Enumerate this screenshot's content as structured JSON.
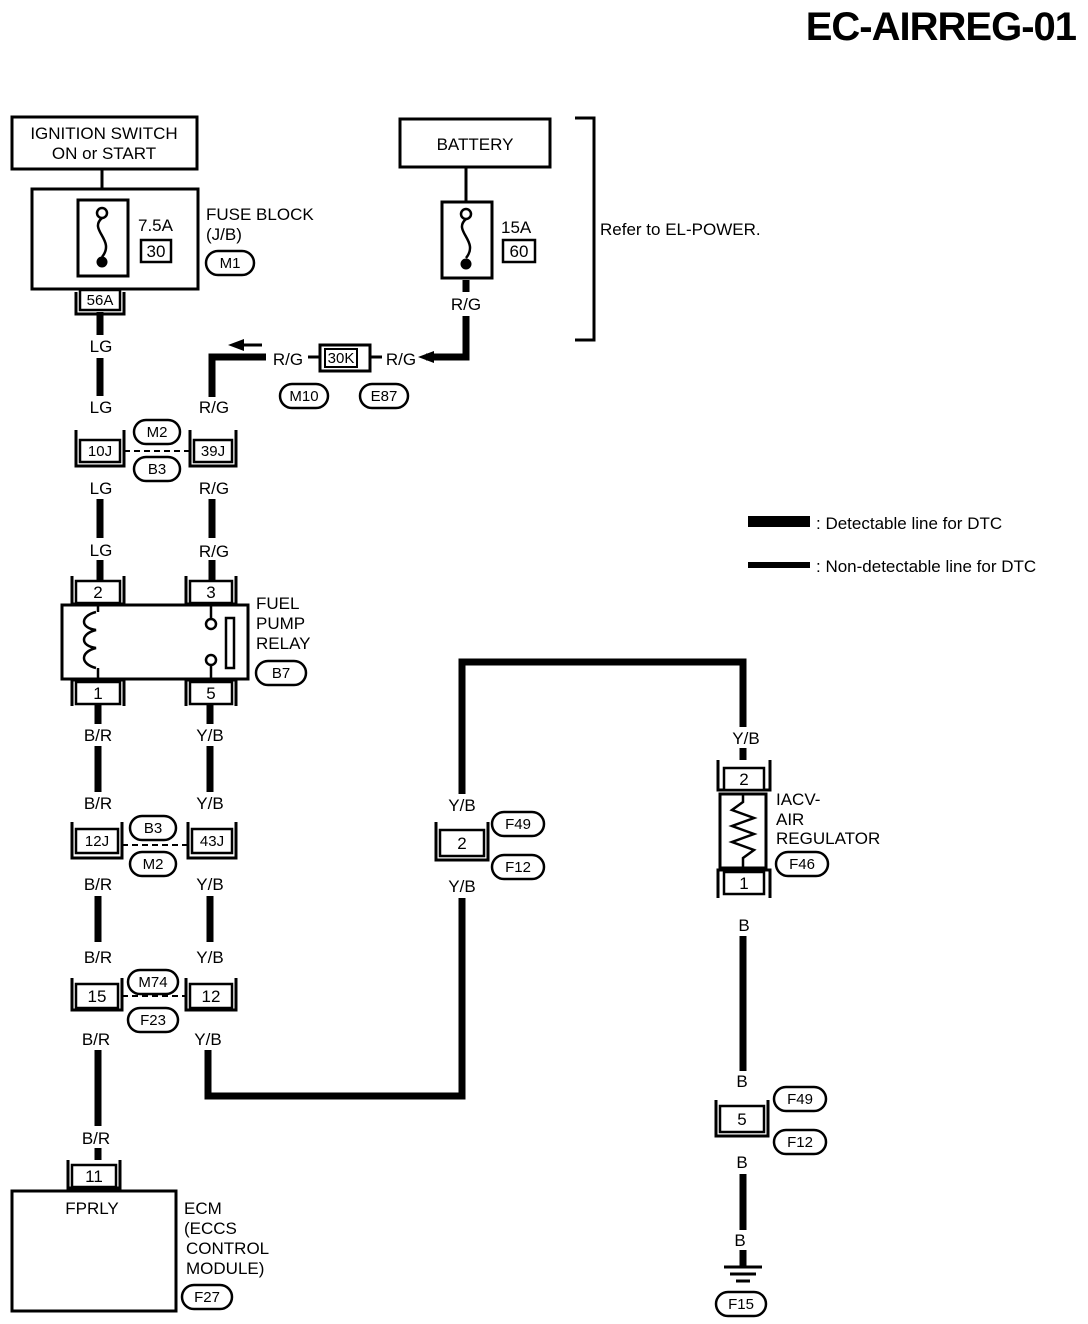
{
  "page_code": "EC-AIRREG-01",
  "blocks": {
    "ignition_switch": [
      "IGNITION SWITCH",
      "ON or START"
    ],
    "battery": "BATTERY",
    "fuse_block": [
      "FUSE BLOCK",
      "(J/B)"
    ],
    "fuse_block_id": "M1",
    "fuse_7_5a": "7.5A",
    "fuse_7_5a_no": "30",
    "fuse_15a": "15A",
    "fuse_15a_no": "60",
    "refer": "Refer to EL-POWER.",
    "relay": [
      "FUEL",
      "PUMP",
      "RELAY"
    ],
    "relay_id": "B7",
    "iacv": [
      "IACV-",
      "AIR",
      "REGULATOR"
    ],
    "iacv_id": "F46",
    "ecm_pin_label": "FPRLY",
    "ecm": [
      "ECM",
      "(ECCS",
      "CONTROL",
      "MODULE)"
    ],
    "ecm_id": "F27",
    "ground_id": "F15"
  },
  "connectors": {
    "c56a": "56A",
    "c30k": "30K",
    "c10j": "10J",
    "c39j": "39J",
    "relay_2": "2",
    "relay_3": "3",
    "relay_1": "1",
    "relay_5": "5",
    "c12j": "12J",
    "c43j": "43J",
    "c15": "15",
    "c12": "12",
    "ecm_11": "11",
    "mid_2": "2",
    "iacv_2": "2",
    "iacv_1": "1",
    "gnd_5": "5"
  },
  "connector_ids": {
    "m10": "M10",
    "e87": "E87",
    "m2a": "M2",
    "b3a": "B3",
    "b3b": "B3",
    "m2b": "M2",
    "m74": "M74",
    "f23": "F23",
    "f49a": "F49",
    "f12a": "F12",
    "f49b": "F49",
    "f12b": "F12"
  },
  "wires": {
    "lg": "LG",
    "rg": "R/G",
    "br": "B/R",
    "yb": "Y/B",
    "b": "B"
  },
  "legend": {
    "detectable": ": Detectable line for DTC",
    "non_detectable": ": Non-detectable line for DTC"
  }
}
